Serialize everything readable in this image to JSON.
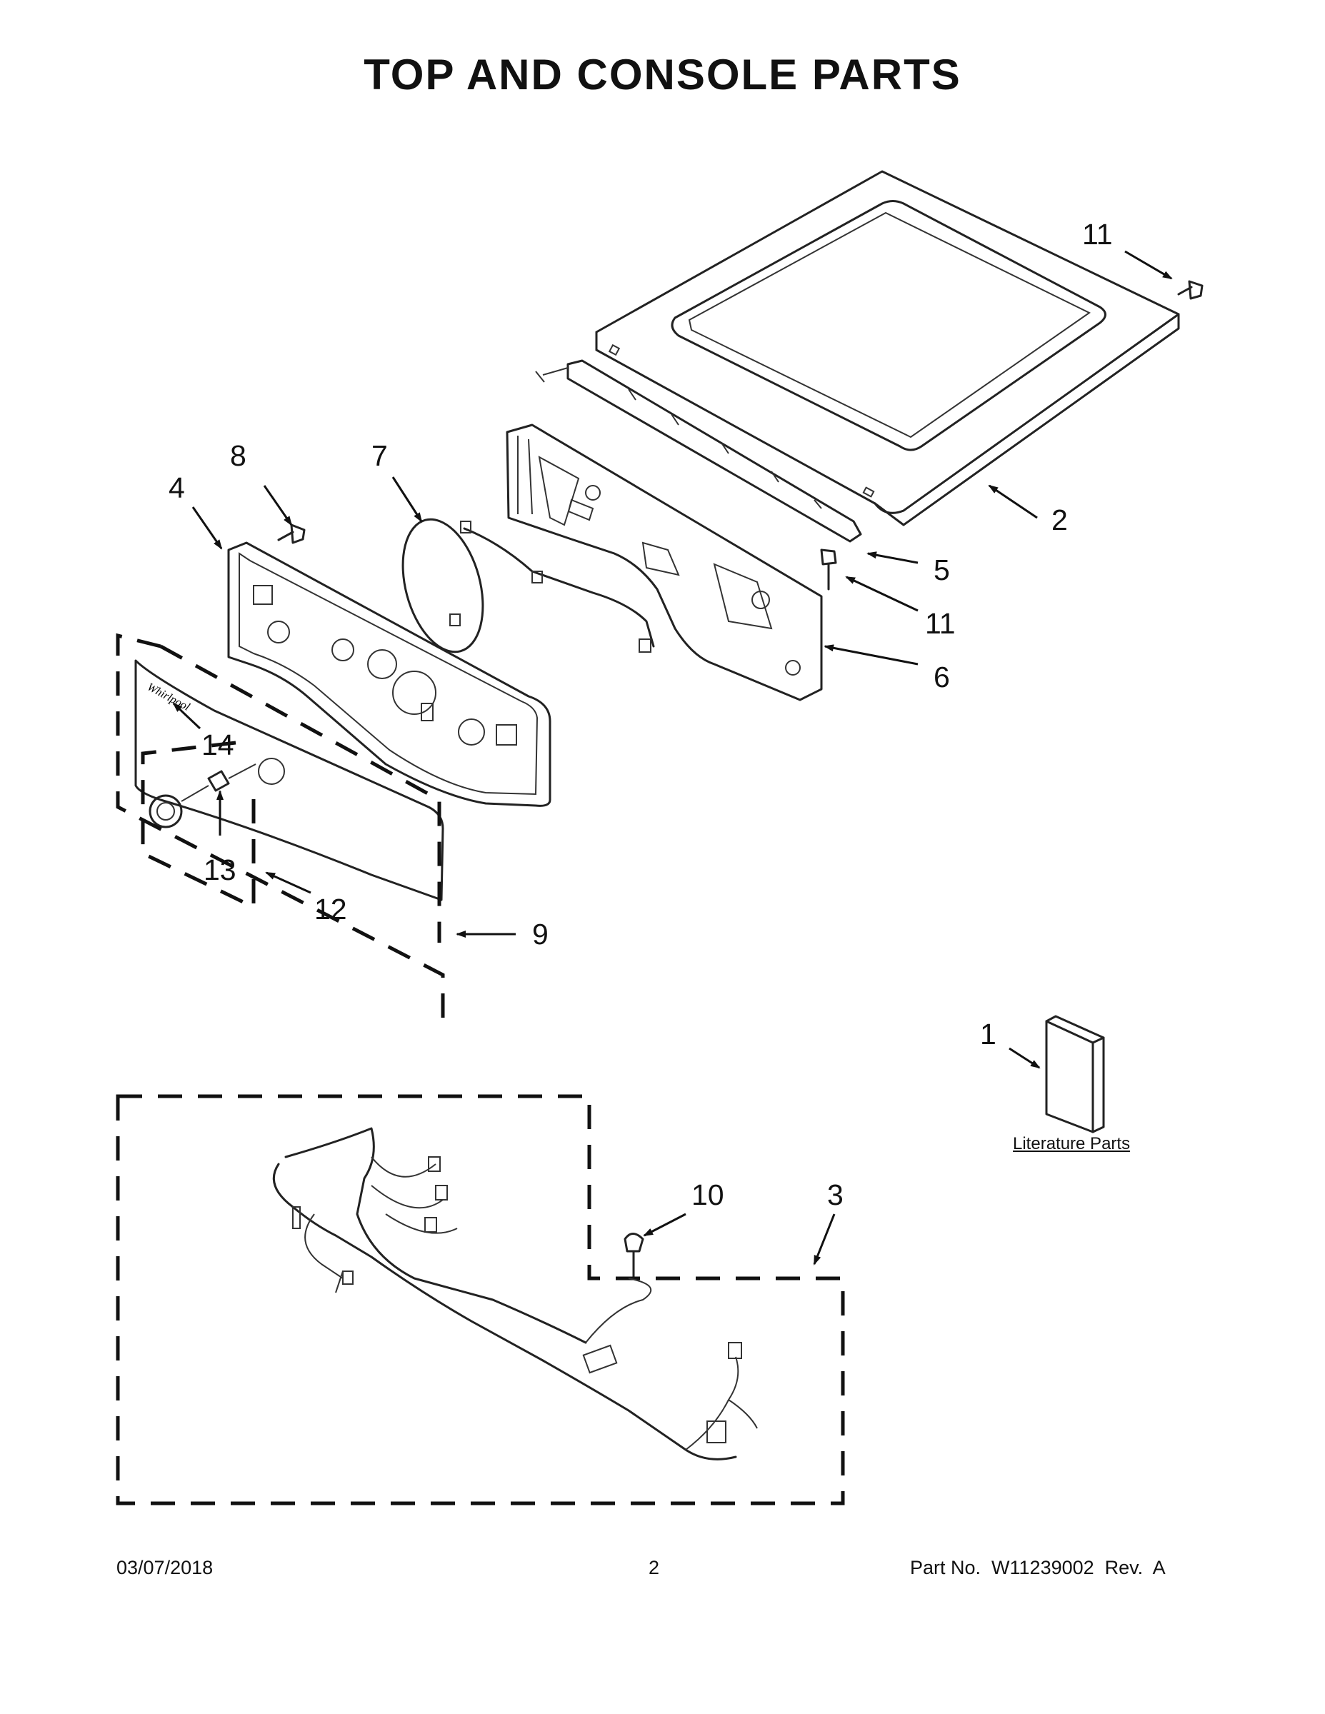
{
  "title": "TOP AND CONSOLE PARTS",
  "callouts": {
    "c1": "1",
    "c2": "2",
    "c3": "3",
    "c4": "4",
    "c5": "5",
    "c6": "6",
    "c7": "7",
    "c8": "8",
    "c9": "9",
    "c10": "10",
    "c11a": "11",
    "c11b": "11",
    "c12": "12",
    "c13": "13",
    "c14": "14"
  },
  "literature_label": "Literature Parts",
  "footer": {
    "date": "03/07/2018",
    "page": "2",
    "part": "Part No.  W11239002  Rev.  A"
  }
}
